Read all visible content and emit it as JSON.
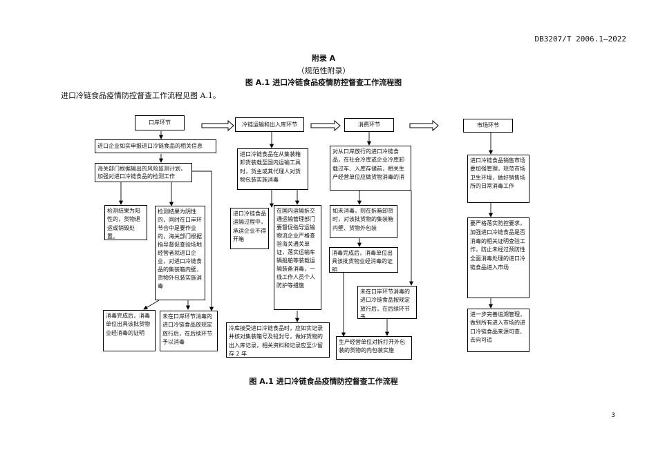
{
  "header": {
    "doc_number": "DB3207/T 2006.1—2022"
  },
  "appendix": {
    "title": "附录 A",
    "type": "（规范性附录）",
    "figure_title": "图 A.1 进口冷链食品疫情防控督查工作流程图"
  },
  "intro": "进口冷链食品疫情防控督查工作流程见图 A.1。",
  "stages": {
    "port": "口岸环节",
    "transport": "冷链运输和出入库环节",
    "consumption": "消费环节",
    "market": "市场环节"
  },
  "boxes": {
    "p1": "进口企业如实申报进口冷链食品的相关信息",
    "p2": "海关部门根据输出的风险监测计划，加强对进口冷链食品的检测工作",
    "p3": "检测结果为阳性的，货物退运或销毁处置。",
    "p4": "检测结果为阴性的，同时在口岸环节合中是要作业的，海关部门根据指导督促查验场地经营者就进口企业，对进口冷链食品的集装箱内壁、货物外包装实施消毒",
    "p5": "消毒完成后，消毒单位出具该批货物业经消毒的证明",
    "p6": "未在口岸环节消毒的进口冷链食品放规定放行后，在后续环节予以消毒",
    "t1": "进口冷链食品在从集装箱卸货装载至国内运输工具时，货主或其代理人对货物包装实施消毒",
    "t2": "进口冷链食品运输过程中，承运企业不得开箱",
    "t3": "在国内运输拆交通运输管理部门要督促指导运输物流企业严格查验海关通关单证，落实运输车辆船舶等装载运输装备消毒，一线工作人员个人防护等措施",
    "t4": "冷库接受进口冷链食品时，应如实记录并核对集装箱号及铅封号，做好货物的出入库记录，相关资料和记录应至少留存 2 年",
    "c1": "对从口岸放行的进口冷链食品，在社会冷库或企业冷库卸载过车、入库存储前，相关生产经营单位应做货物消毒的消",
    "c2": "如未消毒，则在拆箱卸货时，对该批货物的集装箱内壁、货物外包装",
    "c3": "消毒完成后，消毒单位出具该批货物业经消毒的证明",
    "c4": "未在口岸环节消毒的进口冷链食品按规定放行后，在后续环节予",
    "c5": "生产经营单位对拆打开外包装的货物的内包装实施",
    "m1": "进口冷链食品销售市场要加强管理，规范市场卫生环境，做好销售场所的日常消毒工作",
    "m2": "要严格落实防控要求，加强进口冷链食品是否消毒的相关证明查验工作，防止未经过预防性全面消毒处理的进口冷链食品进入市场",
    "m3": "进一步完善追溯管理，做到所有进入市场的进口冷链食品来源可查、去向可追"
  },
  "caption": "图 A.1   进口冷链食品疫情防控督查工作流程",
  "page_number": "3"
}
